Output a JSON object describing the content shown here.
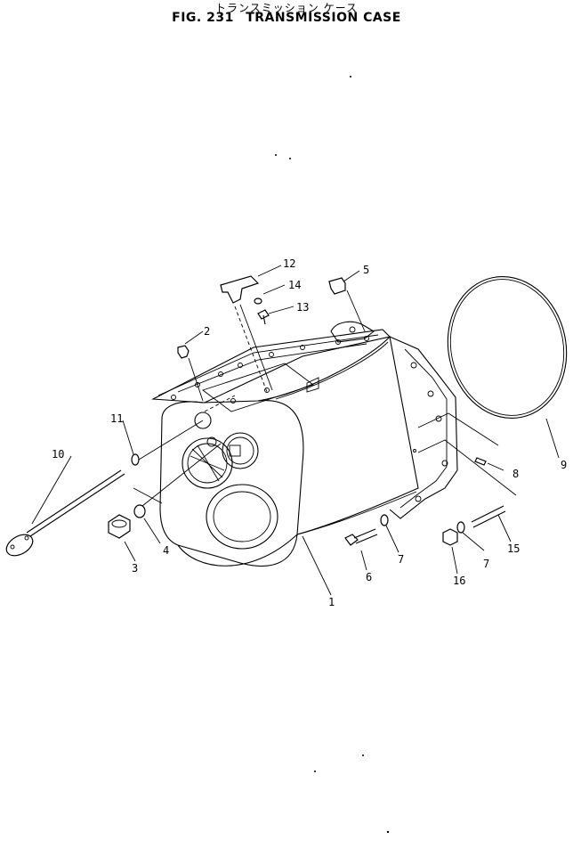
{
  "figure": {
    "subtitle_jp": "トランスミッション ケース",
    "fig_label": "FIG. 231",
    "title": "TRANSMISSION CASE"
  },
  "callouts": [
    {
      "id": "1",
      "label": "1"
    },
    {
      "id": "2",
      "label": "2"
    },
    {
      "id": "3",
      "label": "3"
    },
    {
      "id": "4",
      "label": "4"
    },
    {
      "id": "5",
      "label": "5"
    },
    {
      "id": "6",
      "label": "6"
    },
    {
      "id": "7a",
      "label": "7"
    },
    {
      "id": "7b",
      "label": "7"
    },
    {
      "id": "8",
      "label": "8"
    },
    {
      "id": "9",
      "label": "9"
    },
    {
      "id": "10",
      "label": "10"
    },
    {
      "id": "11",
      "label": "11"
    },
    {
      "id": "12",
      "label": "12"
    },
    {
      "id": "13",
      "label": "13"
    },
    {
      "id": "14",
      "label": "14"
    },
    {
      "id": "15",
      "label": "15"
    },
    {
      "id": "16",
      "label": "16"
    }
  ]
}
